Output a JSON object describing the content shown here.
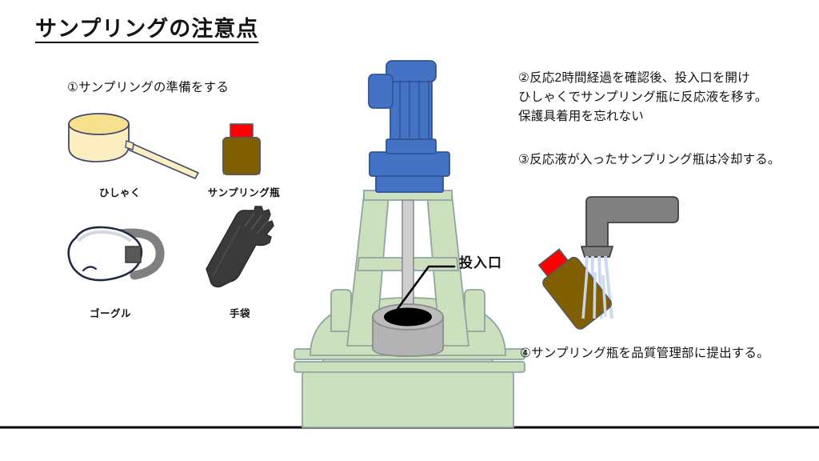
{
  "slide": {
    "title": "サンプリングの注意点",
    "background_color": "#ffffff",
    "ground_line_color": "#000000"
  },
  "steps": {
    "step1": "①サンプリングの準備をする",
    "step2": "②反応2時間経過を確認後、投入口を開け\nひしゃくでサンプリング瓶に反応液を移す。\n保護具着用を忘れない",
    "step3": "③反応液が入ったサンプリング瓶は冷却する。",
    "step4": "④サンプリング瓶を品質管理部に提出する。"
  },
  "equipment_captions": {
    "ladle": "ひしゃく",
    "bottle": "サンプリング瓶",
    "goggles": "ゴーグル",
    "gloves": "手袋"
  },
  "callout": {
    "label": "投入口"
  },
  "colors": {
    "motor_blue": "#4472c4",
    "motor_blue_dark": "#2f5597",
    "vessel_green": "#cce0bd",
    "vessel_green_outline": "#8fa5a0",
    "nozzle_gray": "#b3b3b3",
    "nozzle_gray_dark": "#8c8c8c",
    "port_black": "#000000",
    "ladle_cream": "#fdeec2",
    "ladle_top": "#f7e18f",
    "ladle_outline": "#3f4a6b",
    "bottle_body": "#806000",
    "bottle_cap": "#ff0000",
    "bottle_outline": "#595959",
    "goggle_lens": "#ffffff",
    "goggle_outline": "#1f2a44",
    "goggle_strap": "#808080",
    "goggle_buckle": "#595959",
    "glove_dark": "#3a3a3a",
    "faucet_gray": "#808080",
    "faucet_outline": "#404040",
    "water_blue": "#cdd9ef"
  }
}
